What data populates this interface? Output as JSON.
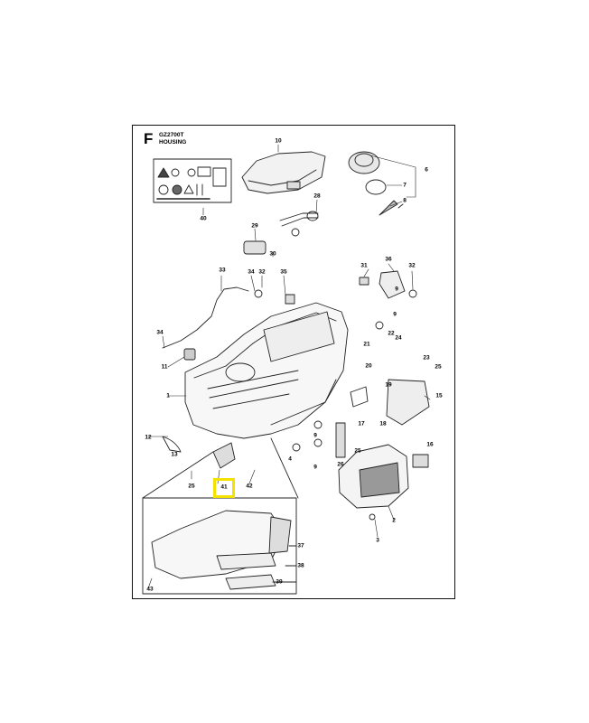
{
  "header": {
    "section_letter": "F",
    "model": "GZ2700T",
    "title": "HOUSING"
  },
  "highlight": {
    "part_number": "41",
    "color": "#f5e100"
  },
  "labels": [
    {
      "id": "l1",
      "text": "10"
    },
    {
      "id": "l2",
      "text": "6"
    },
    {
      "id": "l3",
      "text": "7"
    },
    {
      "id": "l4",
      "text": "8"
    },
    {
      "id": "l5",
      "text": "28"
    },
    {
      "id": "l6",
      "text": "29"
    },
    {
      "id": "l7",
      "text": "30"
    },
    {
      "id": "l8",
      "text": "40"
    },
    {
      "id": "l9",
      "text": "31"
    },
    {
      "id": "l10",
      "text": "36"
    },
    {
      "id": "l11",
      "text": "32"
    },
    {
      "id": "l12",
      "text": "33"
    },
    {
      "id": "l13",
      "text": "34"
    },
    {
      "id": "l14",
      "text": "32"
    },
    {
      "id": "l15",
      "text": "35"
    },
    {
      "id": "l16",
      "text": "9"
    },
    {
      "id": "l17",
      "text": "9"
    },
    {
      "id": "l18",
      "text": "22"
    },
    {
      "id": "l19",
      "text": "24"
    },
    {
      "id": "l20",
      "text": "21"
    },
    {
      "id": "l21",
      "text": "23"
    },
    {
      "id": "l22",
      "text": "34"
    },
    {
      "id": "l23",
      "text": "11"
    },
    {
      "id": "l24",
      "text": "20"
    },
    {
      "id": "l25",
      "text": "25"
    },
    {
      "id": "l26",
      "text": "19"
    },
    {
      "id": "l27",
      "text": "1"
    },
    {
      "id": "l28",
      "text": "15"
    },
    {
      "id": "l29",
      "text": "17"
    },
    {
      "id": "l30",
      "text": "18"
    },
    {
      "id": "l31",
      "text": "12"
    },
    {
      "id": "l32",
      "text": "9"
    },
    {
      "id": "l33",
      "text": "25"
    },
    {
      "id": "l34",
      "text": "16"
    },
    {
      "id": "l35",
      "text": "4"
    },
    {
      "id": "l36",
      "text": "9"
    },
    {
      "id": "l37",
      "text": "26"
    },
    {
      "id": "l38",
      "text": "13"
    },
    {
      "id": "l39",
      "text": "25"
    },
    {
      "id": "l40",
      "text": "42"
    },
    {
      "id": "l41",
      "text": "41"
    },
    {
      "id": "l42",
      "text": "2"
    },
    {
      "id": "l43",
      "text": "3"
    },
    {
      "id": "l44",
      "text": "37"
    },
    {
      "id": "l45",
      "text": "38"
    },
    {
      "id": "l46",
      "text": "39"
    },
    {
      "id": "l47",
      "text": "43"
    }
  ]
}
